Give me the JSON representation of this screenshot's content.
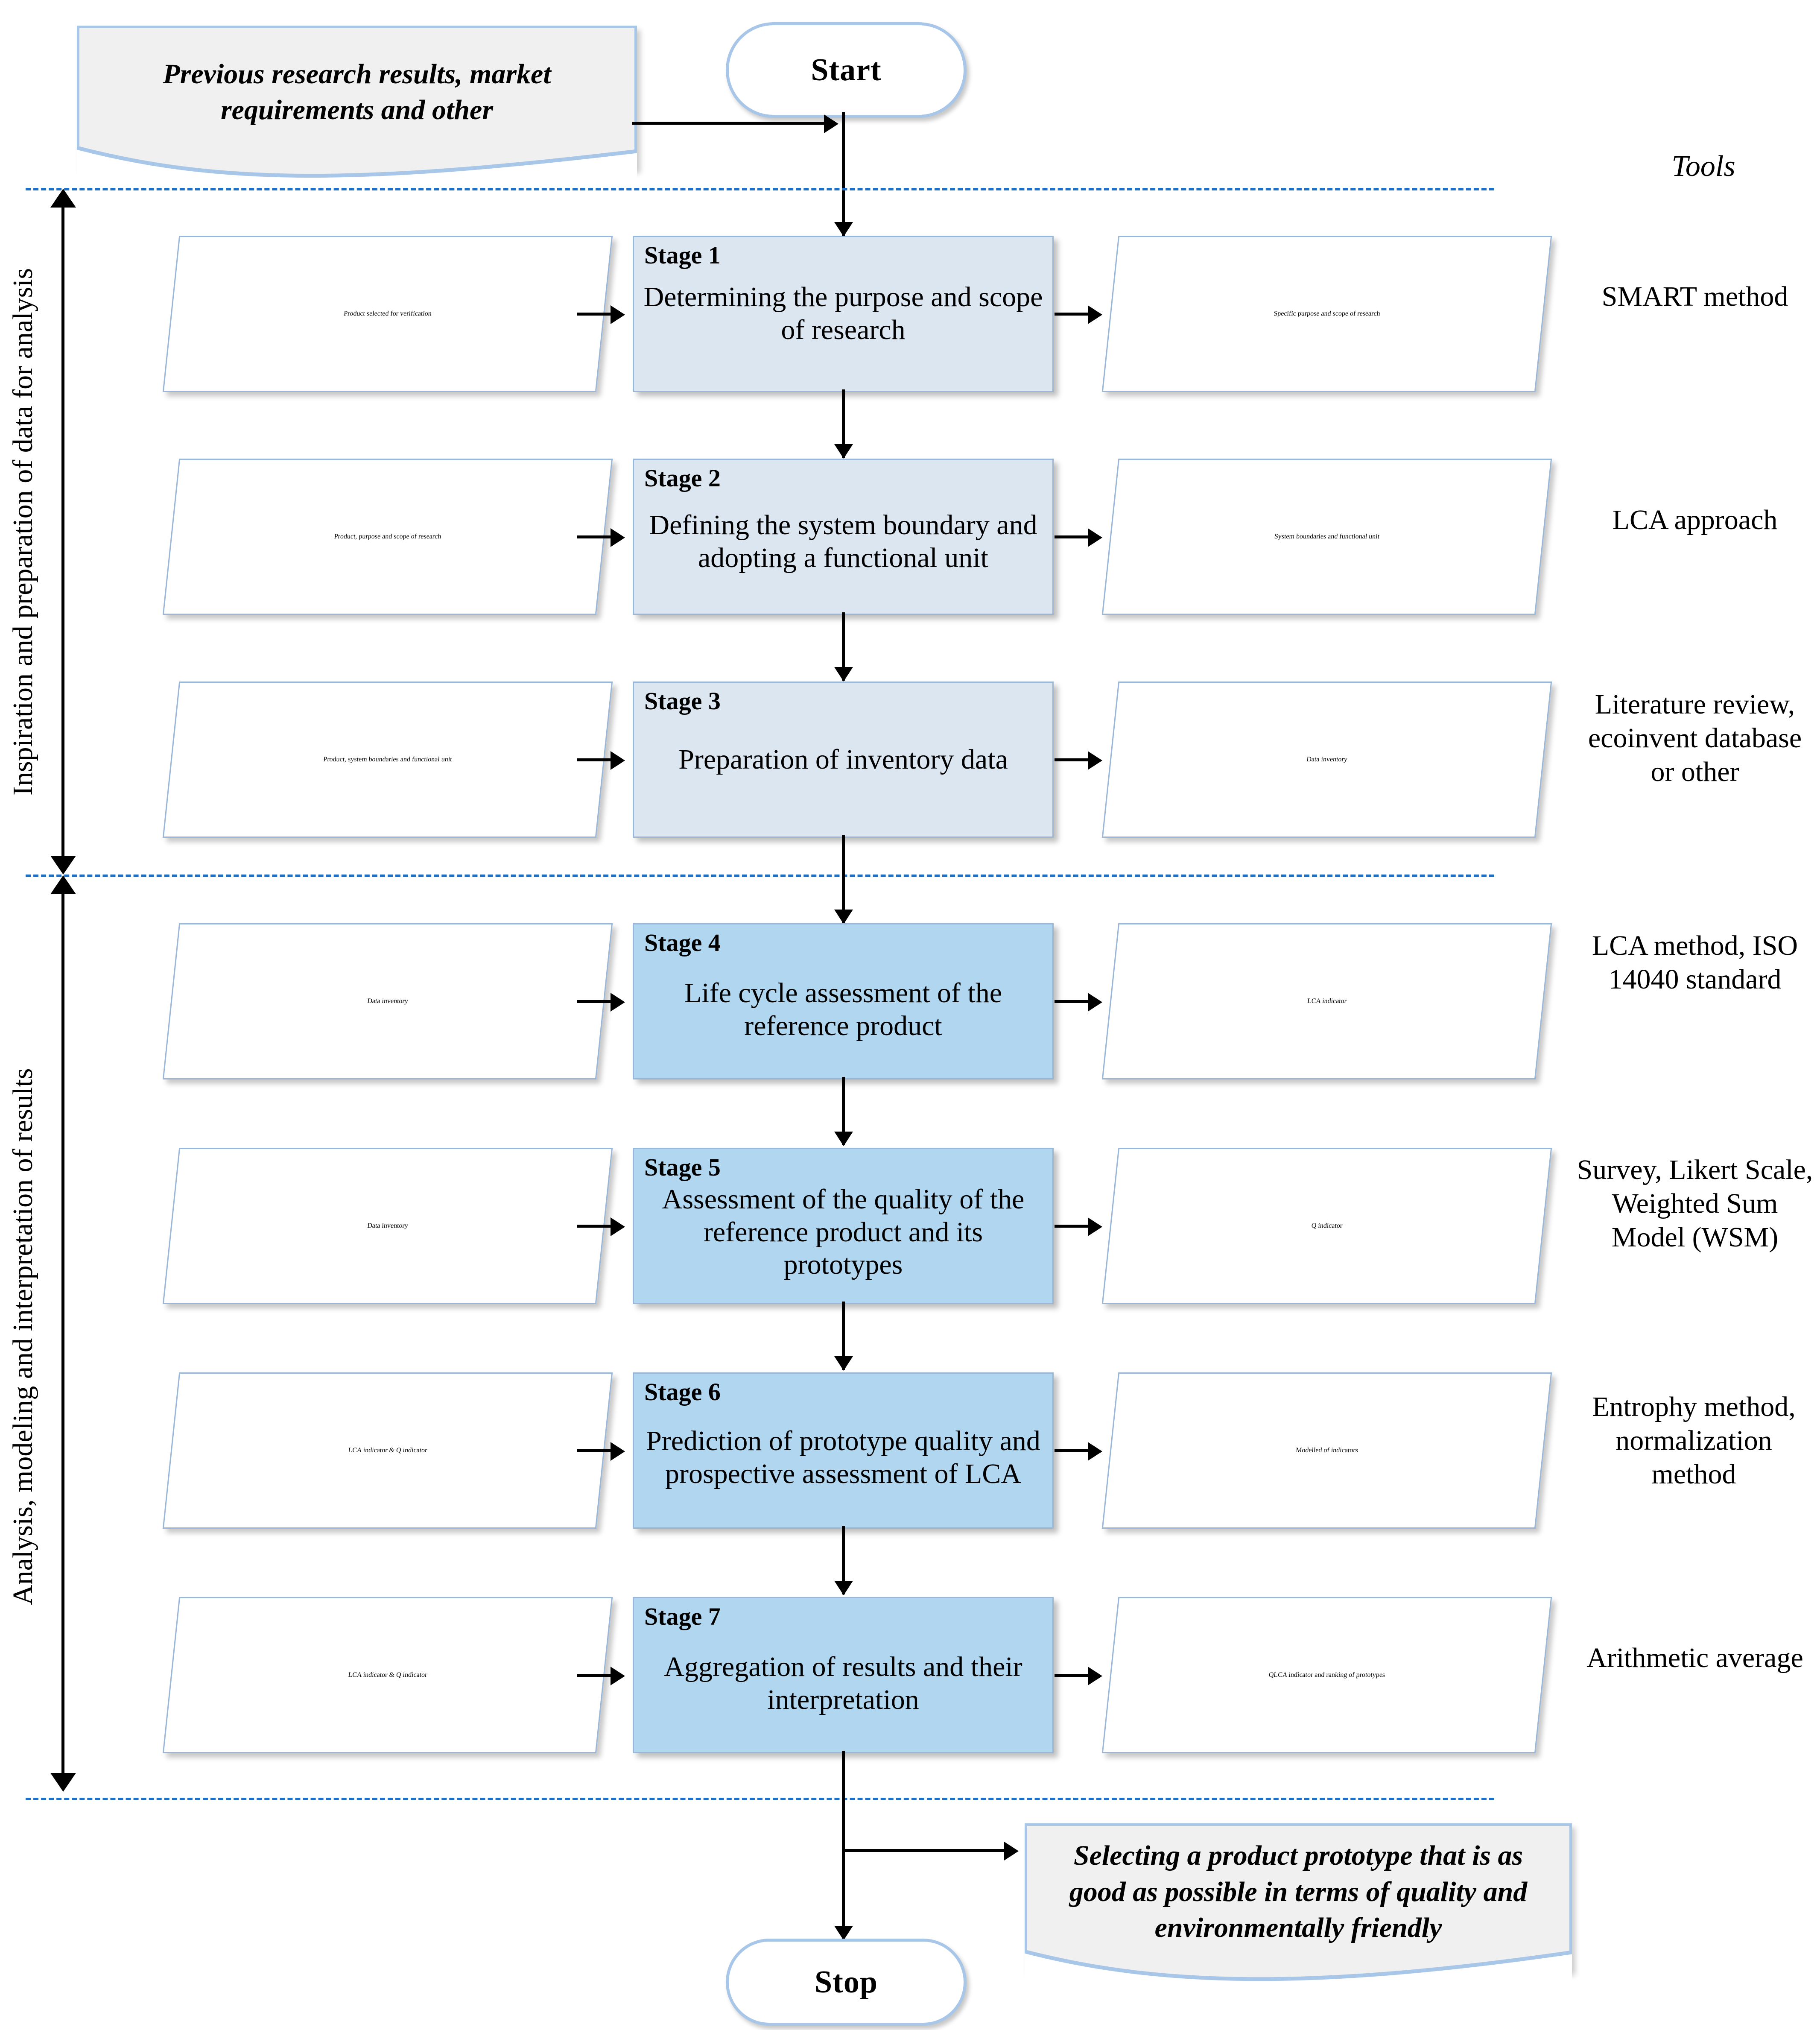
{
  "colors": {
    "process_light": "#dce6f1",
    "process_dark": "#b0d6f0",
    "shape_border": "#9ab7d8",
    "terminator_border": "#a8c6e8",
    "divider": "#1f6fc4",
    "note_fill": "#f0f0f0",
    "connector": "#000000"
  },
  "terminators": {
    "start": "Start",
    "stop": "Stop"
  },
  "notes": {
    "input_note": "Previous research results, market requirements and other",
    "output_note": "Selecting a product prototype that is as good as possible in terms of quality and environmentally friendly"
  },
  "tools_header": "Tools",
  "phases": [
    {
      "label": "Inspiration and preparation of data for analysis"
    },
    {
      "label": "Analysis, modeling and interpretation of results"
    }
  ],
  "rows": [
    {
      "input": "Product selected for verification",
      "stage_tag": "Stage 1",
      "stage_text": "Determining the purpose and scope of research",
      "output": "Specific purpose and scope of research",
      "tool": "SMART method",
      "shade": "light"
    },
    {
      "input": "Product, purpose and scope of research",
      "stage_tag": "Stage 2",
      "stage_text": "Defining the system boundary and adopting a functional unit",
      "output": "System boundaries and functional unit",
      "tool": "LCA approach",
      "shade": "light"
    },
    {
      "input": "Product, system boundaries and functional unit",
      "stage_tag": "Stage 3",
      "stage_text": "Preparation of inventory data",
      "output": "Data inventory",
      "tool": "Literature review, ecoinvent database or other",
      "shade": "light"
    },
    {
      "input": "Data inventory",
      "stage_tag": "Stage 4",
      "stage_text": "Life cycle assessment of the reference product",
      "output": "LCA indicator",
      "tool": "LCA method, ISO 14040 standard",
      "shade": "dark"
    },
    {
      "input": "Data inventory",
      "stage_tag": "Stage 5",
      "stage_text": "Assessment of the quality of the reference product and its prototypes",
      "output": "Q indicator",
      "tool": "Survey, Likert Scale, Weighted Sum Model (WSM)",
      "shade": "dark"
    },
    {
      "input": "LCA indicator & Q indicator",
      "stage_tag": "Stage 6",
      "stage_text": "Prediction of prototype quality and prospective assessment of LCA",
      "output": "Modelled of indicators",
      "tool": "Entrophy method, normalization method",
      "shade": "dark"
    },
    {
      "input": "LCA indicator & Q indicator",
      "stage_tag": "Stage 7",
      "stage_text": "Aggregation of results and their interpretation",
      "output": "QLCA indicator and ranking of prototypes",
      "tool": "Arithmetic average",
      "shade": "dark"
    }
  ]
}
